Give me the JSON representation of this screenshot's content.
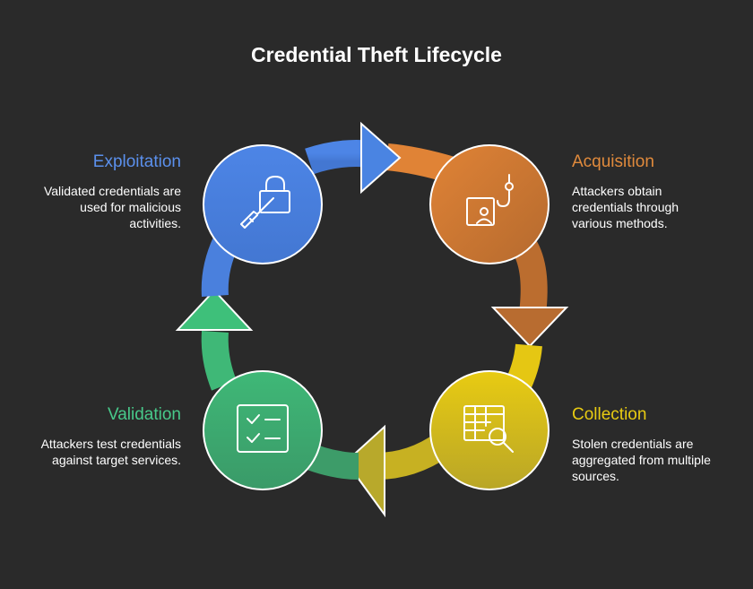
{
  "title": "Credential Theft Lifecycle",
  "stages": {
    "acquisition": {
      "label": "Acquisition",
      "description": "Attackers obtain credentials through various methods.",
      "color": "#dd7d2e",
      "icon": "phishing-hook-icon"
    },
    "collection": {
      "label": "Collection",
      "description": "Stolen credentials are aggregated from multiple sources.",
      "color": "#e5c713",
      "icon": "table-search-icon"
    },
    "validation": {
      "label": "Validation",
      "description": "Attackers test credentials against target services.",
      "color": "#3fa86d",
      "icon": "checklist-icon"
    },
    "exploitation": {
      "label": "Exploitation",
      "description": "Validated credentials are used for malicious activities.",
      "color": "#4a7fdc",
      "icon": "unlock-key-icon"
    }
  }
}
